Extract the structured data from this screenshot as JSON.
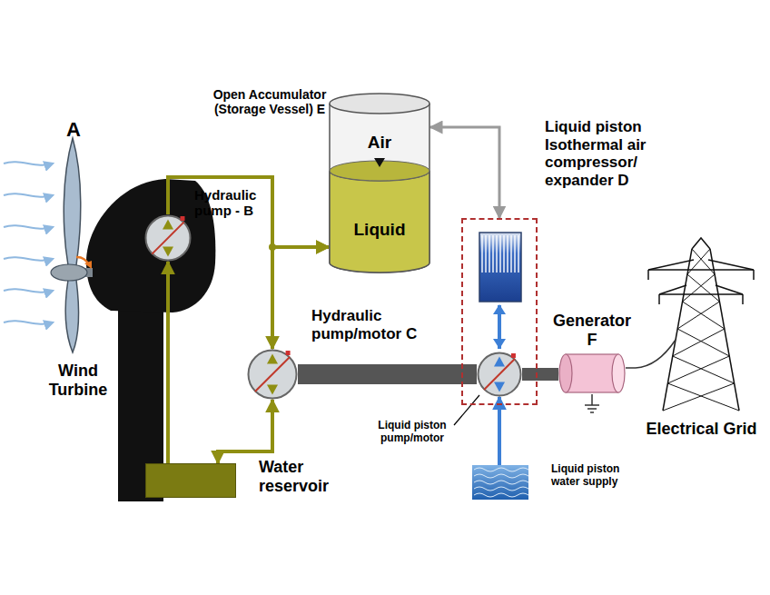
{
  "diagram": {
    "nodes": [
      {
        "text": [
          "A",
          "Wind Turbine"
        ]
      },
      {
        "text": [
          "Hydraulic pump - B"
        ],
        "in": 0
      },
      {
        "text": [
          "Open Accumulator (Storage Vessel) E",
          "Air",
          "Liquid"
        ]
      },
      {
        "text": [
          "Liquid piston Isothermal air compressor/ expander D"
        ]
      },
      {
        "text": [
          "Hydraulic pump/motor C"
        ]
      },
      {
        "text": [
          "Generator F"
        ]
      },
      {
        "text": [
          "Liquid piston pump/motor"
        ],
        "in": 3
      },
      {
        "text": [
          "Electrical Grid"
        ]
      },
      {
        "text": [
          "Water reservoir"
        ]
      },
      {
        "text": [
          "Liquid piston water supply"
        ]
      }
    ],
    "edges": [
      {
        "from": 8,
        "to": 1,
        "arrow": "to"
      },
      {
        "from": 1,
        "to": 2,
        "arrow": "to"
      },
      {
        "from": 2,
        "to": 4,
        "arrow": "both"
      },
      {
        "from": 4,
        "to": 8,
        "arrow": "both"
      },
      {
        "from": 4,
        "to": 6,
        "arrow": "none"
      },
      {
        "from": 3,
        "to": 2,
        "arrow": "both"
      },
      {
        "from": 9,
        "to": 6,
        "arrow": "to"
      },
      {
        "from": 6,
        "to": 5,
        "arrow": "none"
      },
      {
        "from": 5,
        "to": 7,
        "arrow": "none"
      }
    ]
  }
}
